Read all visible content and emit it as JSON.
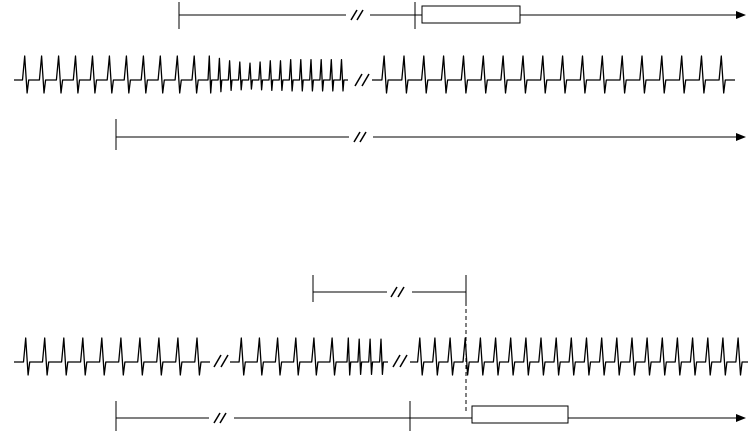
{
  "diagram": {
    "colors": {
      "ink": "#000000",
      "background": "#ffffff"
    },
    "panels": [
      {
        "id": "top",
        "ecg_strip": {
          "segments": [
            {
              "beats": [
                {
                  "interval": 1,
                  "amp": 1.0
                },
                {
                  "interval": 1,
                  "amp": 1.0
                },
                {
                  "interval": 1,
                  "amp": 1.0
                },
                {
                  "interval": 1,
                  "amp": 1.0
                },
                {
                  "interval": 1,
                  "amp": 1.0
                },
                {
                  "interval": 1,
                  "amp": 1.0
                },
                {
                  "interval": 1,
                  "amp": 1.0
                },
                {
                  "interval": 1,
                  "amp": 1.0
                },
                {
                  "interval": 1,
                  "amp": 1.0
                },
                {
                  "interval": 1,
                  "amp": 1.0
                },
                {
                  "interval": 1,
                  "amp": 1.0
                },
                {
                  "interval": 0.6,
                  "amp": 1.0
                },
                {
                  "interval": 0.6,
                  "amp": 0.9
                },
                {
                  "interval": 0.6,
                  "amp": 0.8
                },
                {
                  "interval": 0.6,
                  "amp": 0.75
                },
                {
                  "interval": 0.6,
                  "amp": 0.7
                },
                {
                  "interval": 0.6,
                  "amp": 0.75
                },
                {
                  "interval": 0.6,
                  "amp": 0.8
                },
                {
                  "interval": 0.6,
                  "amp": 0.8
                },
                {
                  "interval": 0.6,
                  "amp": 0.85
                },
                {
                  "interval": 0.6,
                  "amp": 0.85
                },
                {
                  "interval": 0.6,
                  "amp": 0.85
                },
                {
                  "interval": 0.6,
                  "amp": 0.85
                },
                {
                  "interval": 0.6,
                  "amp": 0.85
                },
                {
                  "interval": 0.6,
                  "amp": 0.85
                }
              ]
            },
            {
              "beats": [
                {
                  "interval": 1,
                  "amp": 1.0
                },
                {
                  "interval": 1,
                  "amp": 1.0
                },
                {
                  "interval": 1,
                  "amp": 1.0
                },
                {
                  "interval": 1,
                  "amp": 1.0
                },
                {
                  "interval": 1,
                  "amp": 1.0
                },
                {
                  "interval": 1,
                  "amp": 1.0
                },
                {
                  "interval": 1,
                  "amp": 1.0
                },
                {
                  "interval": 1,
                  "amp": 1.0
                },
                {
                  "interval": 1,
                  "amp": 1.0
                },
                {
                  "interval": 1,
                  "amp": 1.0
                },
                {
                  "interval": 1,
                  "amp": 1.0
                },
                {
                  "interval": 1,
                  "amp": 1.0
                },
                {
                  "interval": 1,
                  "amp": 1.0
                },
                {
                  "interval": 1,
                  "amp": 1.0
                },
                {
                  "interval": 1,
                  "amp": 1.0
                },
                {
                  "interval": 1,
                  "amp": 1.0
                },
                {
                  "interval": 1,
                  "amp": 1.0
                },
                {
                  "interval": 1,
                  "amp": 1.0
                }
              ]
            }
          ]
        },
        "timelines": [
          {
            "id": "upper-timeline",
            "has_break": true,
            "has_box": true,
            "has_end_tick": true
          },
          {
            "id": "lower-timeline",
            "has_break": true,
            "has_box": false,
            "has_end_tick": false
          }
        ]
      },
      {
        "id": "bottom",
        "ecg_strip": {
          "segments": [
            {
              "beats": [
                {
                  "interval": 1,
                  "amp": 1.0
                },
                {
                  "interval": 1,
                  "amp": 1.0
                },
                {
                  "interval": 1,
                  "amp": 1.0
                },
                {
                  "interval": 1,
                  "amp": 1.0
                },
                {
                  "interval": 1,
                  "amp": 1.0
                },
                {
                  "interval": 1,
                  "amp": 1.0
                },
                {
                  "interval": 1,
                  "amp": 1.0
                },
                {
                  "interval": 1,
                  "amp": 1.0
                },
                {
                  "interval": 1,
                  "amp": 1.0
                },
                {
                  "interval": 1,
                  "amp": 1.0
                }
              ]
            },
            {
              "beats": [
                {
                  "interval": 1,
                  "amp": 1.0
                },
                {
                  "interval": 1,
                  "amp": 1.0
                },
                {
                  "interval": 1,
                  "amp": 1.0
                },
                {
                  "interval": 1,
                  "amp": 1.0
                },
                {
                  "interval": 1,
                  "amp": 1.0
                },
                {
                  "interval": 1,
                  "amp": 1.0
                },
                {
                  "interval": 0.6,
                  "amp": 1.0
                },
                {
                  "interval": 0.6,
                  "amp": 0.95
                },
                {
                  "interval": 0.6,
                  "amp": 0.95
                },
                {
                  "interval": 0.6,
                  "amp": 0.95
                }
              ]
            },
            {
              "beats": [
                {
                  "interval": 1,
                  "amp": 1.0
                },
                {
                  "interval": 1,
                  "amp": 1.0
                },
                {
                  "interval": 1,
                  "amp": 1.0
                },
                {
                  "interval": 1,
                  "amp": 1.0
                },
                {
                  "interval": 1,
                  "amp": 1.0
                },
                {
                  "interval": 1,
                  "amp": 1.0
                },
                {
                  "interval": 1,
                  "amp": 1.0
                },
                {
                  "interval": 1,
                  "amp": 1.0
                },
                {
                  "interval": 1,
                  "amp": 1.0
                },
                {
                  "interval": 1,
                  "amp": 1.0
                },
                {
                  "interval": 1,
                  "amp": 1.0
                },
                {
                  "interval": 1,
                  "amp": 1.0
                },
                {
                  "interval": 1,
                  "amp": 1.0
                },
                {
                  "interval": 1,
                  "amp": 1.0
                },
                {
                  "interval": 1,
                  "amp": 1.0
                },
                {
                  "interval": 1,
                  "amp": 1.0
                },
                {
                  "interval": 1,
                  "amp": 1.0
                },
                {
                  "interval": 1,
                  "amp": 1.0
                },
                {
                  "interval": 1,
                  "amp": 1.0
                },
                {
                  "interval": 1,
                  "amp": 1.0
                },
                {
                  "interval": 1,
                  "amp": 1.0
                },
                {
                  "interval": 1,
                  "amp": 1.0
                }
              ]
            }
          ]
        },
        "timelines": [
          {
            "id": "bracket",
            "has_break": true
          },
          {
            "id": "baseline-timeline",
            "has_break": true,
            "has_box": true,
            "has_mid_tick": true
          }
        ],
        "dashed_marker": true
      }
    ]
  }
}
